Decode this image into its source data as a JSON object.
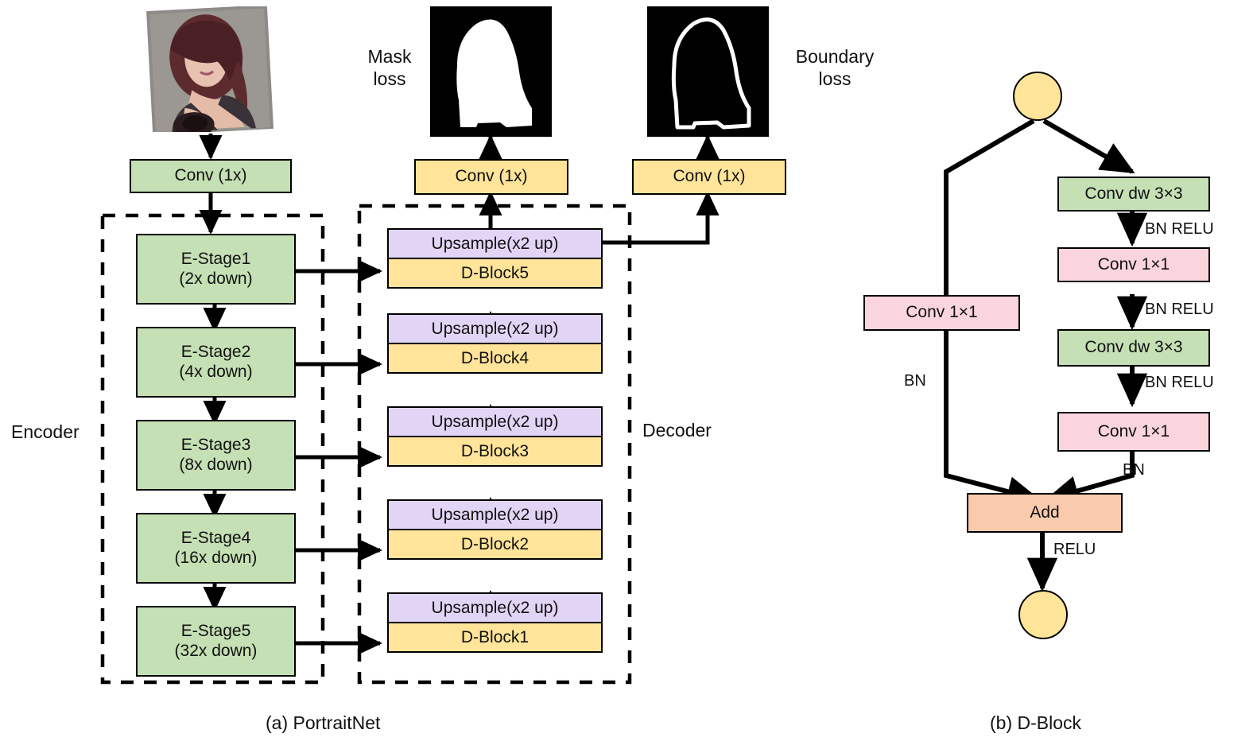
{
  "figure": {
    "caption_a": "(a) PortraitNet",
    "caption_b": "(b) D-Block"
  },
  "panel_a": {
    "group_labels": {
      "encoder": "Encoder",
      "decoder": "Decoder"
    },
    "loss_labels": {
      "mask": "Mask\nloss",
      "boundary": "Boundary\nloss"
    },
    "images": {
      "input_alt": "input-portrait-photo",
      "mask_alt": "binary-mask-image",
      "boundary_alt": "boundary-contour-image"
    },
    "stem": {
      "label": "Conv (1x)"
    },
    "head_mask": {
      "label": "Conv (1x)"
    },
    "head_boundary": {
      "label": "Conv (1x)"
    },
    "encoder_stages": [
      {
        "name": "E-Stage1",
        "scale": "(2x down)"
      },
      {
        "name": "E-Stage2",
        "scale": "(4x down)"
      },
      {
        "name": "E-Stage3",
        "scale": "(8x down)"
      },
      {
        "name": "E-Stage4",
        "scale": "(16x down)"
      },
      {
        "name": "E-Stage5",
        "scale": "(32x down)"
      }
    ],
    "decoder_stages": [
      {
        "upsample": "Upsample(x2 up)",
        "block": "D-Block5"
      },
      {
        "upsample": "Upsample(x2 up)",
        "block": "D-Block4"
      },
      {
        "upsample": "Upsample(x2 up)",
        "block": "D-Block3"
      },
      {
        "upsample": "Upsample(x2 up)",
        "block": "D-Block2"
      },
      {
        "upsample": "Upsample(x2 up)",
        "block": "D-Block1"
      }
    ]
  },
  "panel_b": {
    "input_node": "",
    "output_node": "",
    "left_branch": {
      "conv": "Conv 1×1",
      "edge_label": "BN"
    },
    "right_branch": [
      {
        "label": "Conv dw 3×3",
        "color": "green",
        "edge_label": "BN RELU"
      },
      {
        "label": "Conv 1×1",
        "color": "pink",
        "edge_label": "BN RELU"
      },
      {
        "label": "Conv dw 3×3",
        "color": "green",
        "edge_label": "BN RELU"
      },
      {
        "label": "Conv 1×1",
        "color": "pink",
        "edge_label": "BN"
      }
    ],
    "merge": {
      "label": "Add",
      "edge_label": "RELU"
    }
  },
  "colors": {
    "green": "#c5e0b4",
    "yellow": "#ffe499",
    "purple": "#e2d4f5",
    "pink": "#fbd5de",
    "orange": "#f8cbad",
    "stroke": "#000000",
    "background": "#ffffff"
  }
}
